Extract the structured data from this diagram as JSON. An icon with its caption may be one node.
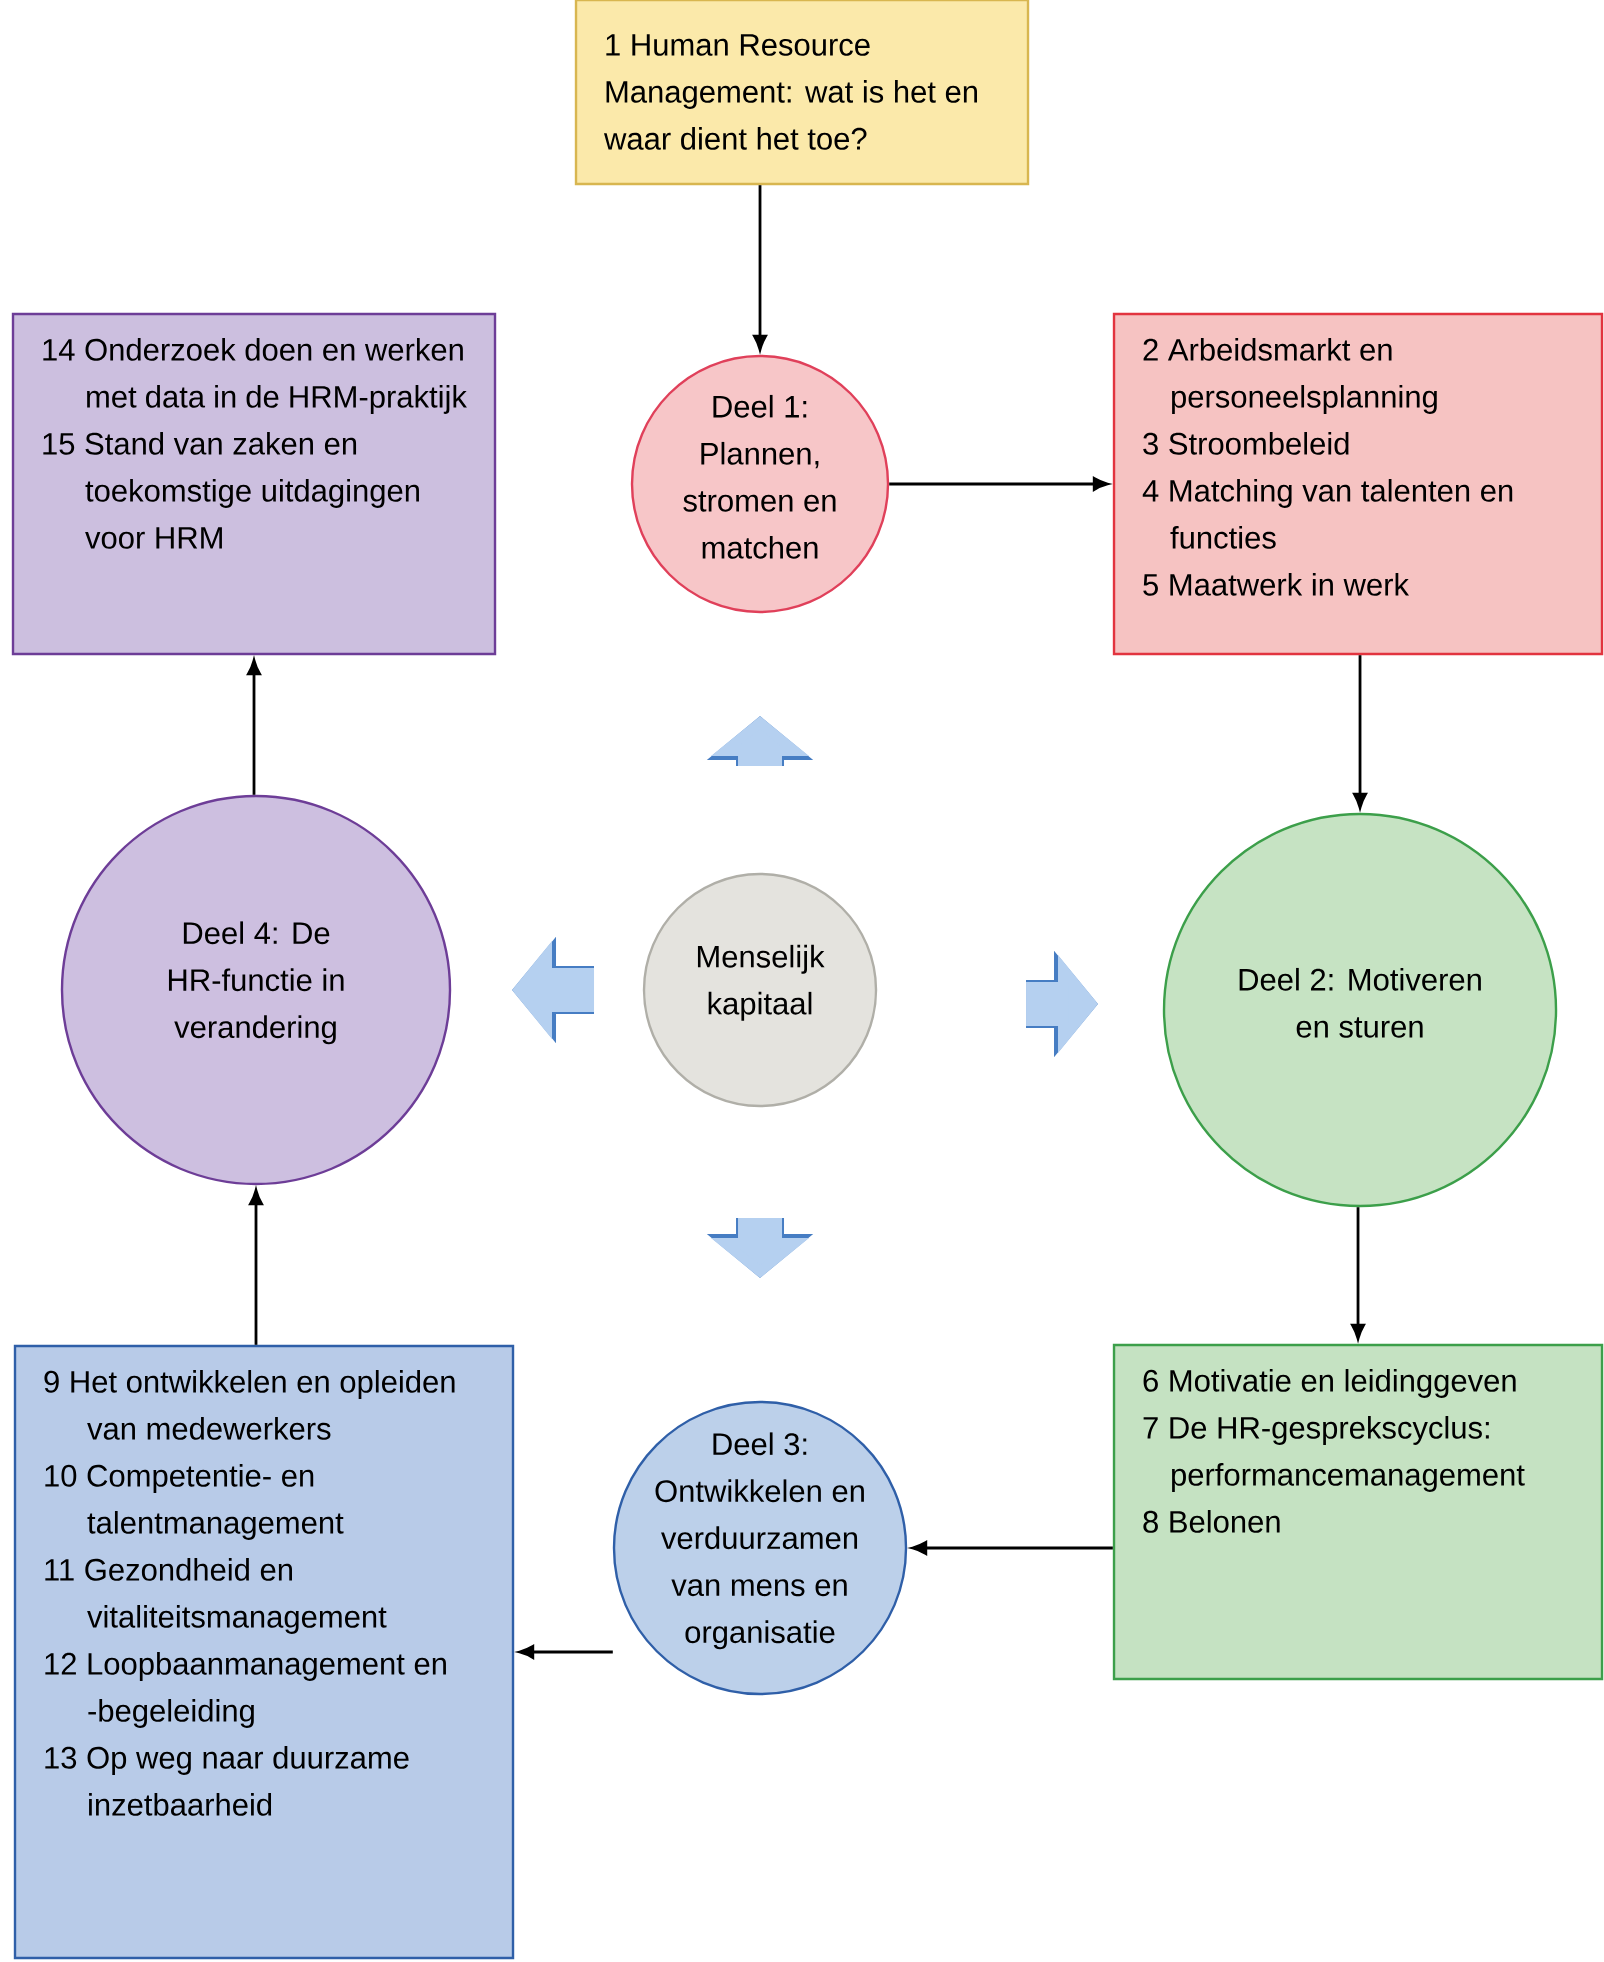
{
  "diagram": {
    "nodes": [
      {
        "text": [
          "1 Human Resource Management: wat is het en waar dient het toe?"
        ]
      },
      {
        "text": [
          "Deel 1: Plannen, stromen en matchen"
        ]
      },
      {
        "text": [
          "2 Arbeidsmarkt en personeelsplanning",
          "3 Stroombeleid",
          "4 Matching van talenten en functies",
          "5 Maatwerk in werk"
        ]
      },
      {
        "text": [
          "Deel 2: Motiveren en sturen"
        ]
      },
      {
        "text": [
          "6 Motivatie en leidinggeven",
          "7 De HR-gesprekscyclus: performancemanagement",
          "8 Belonen"
        ]
      },
      {
        "text": [
          "Deel 3: Ontwikkelen en verduurzamen van mens en organisatie"
        ]
      },
      {
        "text": [
          "9 Het ontwikkelen en opleiden van medewerkers",
          "10 Competentie- en talentmanagement",
          "11 Gezondheid en vitaliteitsmanagement",
          "12 Loopbaanmanagement en -begeleiding",
          "13 Op weg naar duurzame inzetbaarheid"
        ]
      },
      {
        "text": [
          "Deel 4: De HR-functie in verandering"
        ]
      },
      {
        "text": [
          "14 Onderzoek doen en werken met data in de HRM-praktijk",
          "15 Stand van zaken en toekomstige uitdagingen voor HRM"
        ]
      },
      {
        "text": [
          "Menselijk kapitaal"
        ]
      }
    ],
    "edges": [
      {
        "from": 0,
        "to": 1,
        "arrow": "to"
      },
      {
        "from": 1,
        "to": 2,
        "arrow": "to"
      },
      {
        "from": 2,
        "to": 3,
        "arrow": "to"
      },
      {
        "from": 3,
        "to": 4,
        "arrow": "to"
      },
      {
        "from": 4,
        "to": 5,
        "arrow": "to"
      },
      {
        "from": 5,
        "to": 6,
        "arrow": "to"
      },
      {
        "from": 6,
        "to": 7,
        "arrow": "to"
      },
      {
        "from": 7,
        "to": 8,
        "arrow": "to"
      }
    ]
  }
}
